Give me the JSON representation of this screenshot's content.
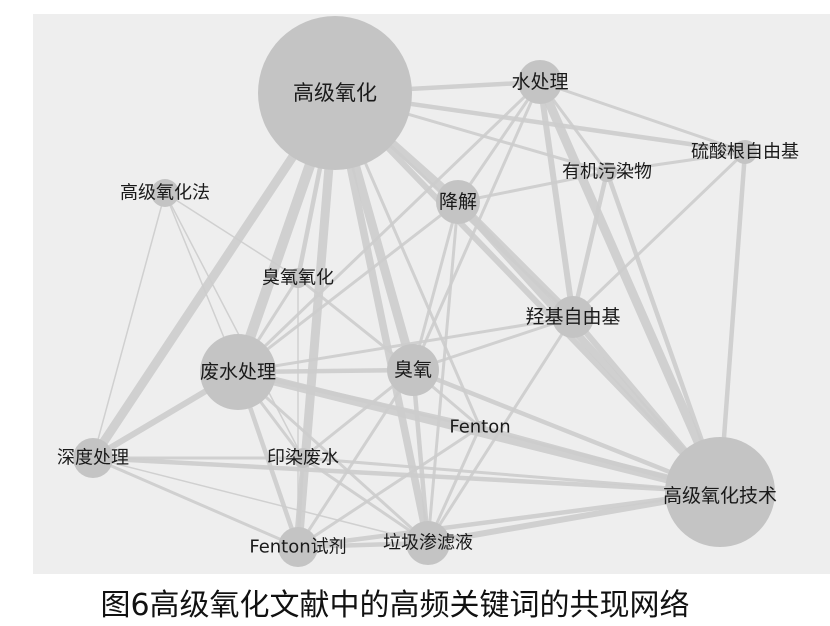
{
  "colors": {
    "background": "#ffffff",
    "panel": "#eeeeee",
    "node": "#c4c4c4",
    "edge": "#cdcdcd",
    "text": "#1a1a1a"
  },
  "caption": "图6高级氧化文献中的高频关键词的共现网络",
  "nodes": [
    {
      "id": "n0",
      "label": "高级氧化",
      "size": 5
    },
    {
      "id": "n1",
      "label": "水处理",
      "size": 2
    },
    {
      "id": "n2",
      "label": "硫酸根自由基",
      "size": 1
    },
    {
      "id": "n3",
      "label": "有机污染物",
      "size": 1
    },
    {
      "id": "n4",
      "label": "降解",
      "size": 2
    },
    {
      "id": "n5",
      "label": "高级氧化法",
      "size": 1
    },
    {
      "id": "n6",
      "label": "臭氧氧化",
      "size": 1
    },
    {
      "id": "n7",
      "label": "羟基自由基",
      "size": 2
    },
    {
      "id": "n8",
      "label": "废水处理",
      "size": 3
    },
    {
      "id": "n9",
      "label": "臭氧",
      "size": 2
    },
    {
      "id": "n10",
      "label": "Fenton",
      "size": 1
    },
    {
      "id": "n11",
      "label": "深度处理",
      "size": 2
    },
    {
      "id": "n12",
      "label": "印染废水",
      "size": 1
    },
    {
      "id": "n13",
      "label": "高级氧化技术",
      "size": 4
    },
    {
      "id": "n14",
      "label": "Fenton试剂",
      "size": 2
    },
    {
      "id": "n15",
      "label": "垃圾渗滤液",
      "size": 2
    }
  ],
  "edges": [
    [
      "n0",
      "n1",
      3
    ],
    [
      "n0",
      "n2",
      3
    ],
    [
      "n0",
      "n3",
      2
    ],
    [
      "n0",
      "n4",
      6
    ],
    [
      "n0",
      "n6",
      3
    ],
    [
      "n0",
      "n7",
      2
    ],
    [
      "n0",
      "n8",
      7
    ],
    [
      "n0",
      "n9",
      6
    ],
    [
      "n0",
      "n11",
      6
    ],
    [
      "n0",
      "n13",
      4
    ],
    [
      "n0",
      "n14",
      6
    ],
    [
      "n0",
      "n15",
      5
    ],
    [
      "n0",
      "n10",
      2
    ],
    [
      "n1",
      "n2",
      2
    ],
    [
      "n1",
      "n3",
      2
    ],
    [
      "n1",
      "n7",
      4
    ],
    [
      "n1",
      "n13",
      6
    ],
    [
      "n1",
      "n4",
      2
    ],
    [
      "n1",
      "n9",
      2
    ],
    [
      "n1",
      "n8",
      2
    ],
    [
      "n2",
      "n3",
      2
    ],
    [
      "n2",
      "n13",
      3
    ],
    [
      "n2",
      "n7",
      2
    ],
    [
      "n3",
      "n7",
      3
    ],
    [
      "n3",
      "n13",
      3
    ],
    [
      "n3",
      "n4",
      2
    ],
    [
      "n4",
      "n7",
      5
    ],
    [
      "n4",
      "n13",
      5
    ],
    [
      "n4",
      "n9",
      2
    ],
    [
      "n4",
      "n8",
      2
    ],
    [
      "n4",
      "n15",
      2
    ],
    [
      "n5",
      "n11",
      1
    ],
    [
      "n5",
      "n8",
      1
    ],
    [
      "n5",
      "n12",
      1
    ],
    [
      "n5",
      "n6",
      1
    ],
    [
      "n6",
      "n8",
      2
    ],
    [
      "n6",
      "n9",
      2
    ],
    [
      "n6",
      "n14",
      1
    ],
    [
      "n7",
      "n13",
      4
    ],
    [
      "n7",
      "n9",
      2
    ],
    [
      "n7",
      "n8",
      2
    ],
    [
      "n7",
      "n15",
      2
    ],
    [
      "n8",
      "n9",
      3
    ],
    [
      "n8",
      "n10",
      3
    ],
    [
      "n8",
      "n11",
      4
    ],
    [
      "n8",
      "n12",
      2
    ],
    [
      "n8",
      "n13",
      6
    ],
    [
      "n8",
      "n14",
      3
    ],
    [
      "n8",
      "n15",
      2
    ],
    [
      "n9",
      "n10",
      2
    ],
    [
      "n9",
      "n15",
      3
    ],
    [
      "n9",
      "n13",
      3
    ],
    [
      "n9",
      "n12",
      2
    ],
    [
      "n9",
      "n14",
      2
    ],
    [
      "n10",
      "n13",
      3
    ],
    [
      "n10",
      "n14",
      2
    ],
    [
      "n10",
      "n15",
      2
    ],
    [
      "n11",
      "n12",
      2
    ],
    [
      "n11",
      "n13",
      3
    ],
    [
      "n11",
      "n14",
      2
    ],
    [
      "n11",
      "n15",
      1
    ],
    [
      "n12",
      "n13",
      2
    ],
    [
      "n12",
      "n15",
      2
    ],
    [
      "n12",
      "n14",
      2
    ],
    [
      "n13",
      "n14",
      3
    ],
    [
      "n13",
      "n15",
      4
    ],
    [
      "n14",
      "n15",
      3
    ]
  ]
}
